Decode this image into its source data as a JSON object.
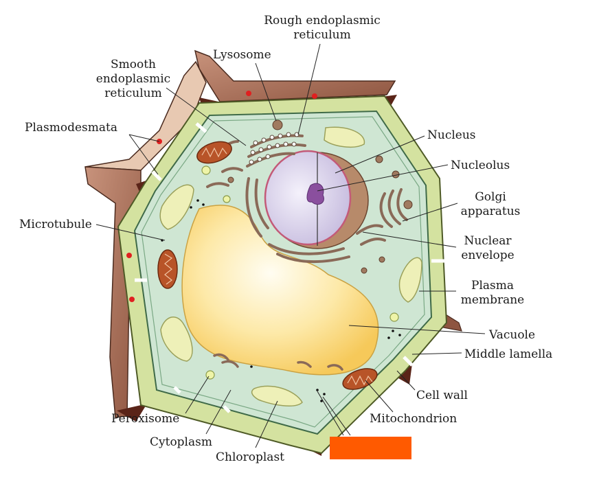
{
  "labels": {
    "rough_er": "Rough endoplasmic\nreticulum",
    "lysosome": "Lysosome",
    "smooth_er": "Smooth\nendoplasmic\nreticulum",
    "plasmodesmata": "Plasmodesmata",
    "nucleus": "Nucleus",
    "nucleolus": "Nucleolus",
    "golgi": "Golgi\napparatus",
    "microtubule": "Microtubule",
    "nuclear_envelope": "Nuclear\nenvelope",
    "plasma_membrane": "Plasma\nmembrane",
    "vacuole": "Vacuole",
    "middle_lamella": "Middle lamella",
    "cell_wall": "Cell wall",
    "peroxisome": "Peroxisome",
    "mitochondrion": "Mitochondrion",
    "cytoplasm": "Cytoplasm",
    "chloroplast": "Chloroplast"
  },
  "colors": {
    "cell_wall": "#d4e2a0",
    "cell_wall_stroke": "#4e5a26",
    "cytoplasm": "#cfe6d3",
    "vacuole": "#fde9a8",
    "nucleus": "#d9d2ea",
    "nucleolus": "#8a4f9e",
    "neighbor_wall": "#a8705a",
    "lamella_dark": "#5a2418",
    "mitochondrion": "#b85428",
    "chloroplast": "#eef0b8",
    "er": "#8a6a58",
    "marker": "#e02020",
    "mask": "#ff5a00"
  }
}
